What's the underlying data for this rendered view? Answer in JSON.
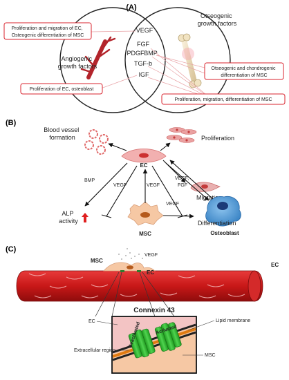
{
  "panel_a": {
    "label": "(A)",
    "angiogenic_title": [
      "Angiogenic",
      "growth factors"
    ],
    "osteogenic_title": [
      "Otseogenic",
      "growth factors"
    ],
    "factors": [
      "VEGF",
      "FGF",
      "PDGF",
      "BMP",
      "TGF-b",
      "IGF"
    ],
    "box_top_left": [
      "Proliferation and migration of EC,",
      "Osteogenic differentiation of MSC"
    ],
    "box_bottom_left": "Proliferation of EC, osteoblast",
    "box_right_upper": [
      "Otseogenic and chondrogenic",
      "differentiation of MSC"
    ],
    "box_right_lower": "Proliferation, migration, differentiation of MSC",
    "box_border_color": "#d9232d"
  },
  "panel_b": {
    "label": "(B)",
    "blood_vessel": [
      "Blood vessel",
      "formation"
    ],
    "proliferation": "Proliferation",
    "ec": "EC",
    "migration": "Migration",
    "bmp": "BMP",
    "vegf_left": "VEGF",
    "vegf_mid": "VEGF",
    "vegf_right": "VEGF",
    "vegf_fgf": [
      "VEGF,",
      "FGF"
    ],
    "alp": [
      "ALP",
      "activity"
    ],
    "msc": "MSC",
    "differentiation": "Differentiation",
    "osteoblast": "Osteoblast",
    "up_arrow_color": "#e02020"
  },
  "panel_c": {
    "label": "(C)",
    "msc": "MSC",
    "vegf": "VEGF",
    "ec_vessel": "EC",
    "ec_right": "EC",
    "inset_title": "Connexin 43",
    "inset_ec": "EC",
    "lipid_membrane": "Lipid membrane",
    "extracellular": "Extracellular region",
    "inset_msc": "MSC",
    "deactivated": "Deactivated",
    "activated": "Activated"
  }
}
